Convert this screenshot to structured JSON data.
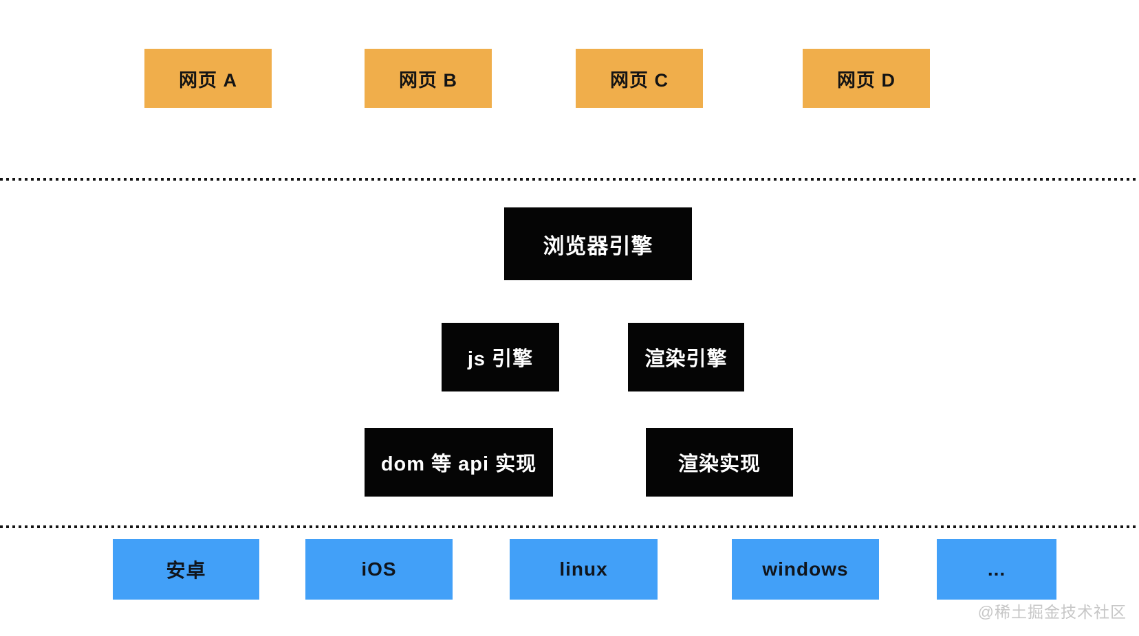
{
  "webpages": {
    "items": [
      {
        "label": "网页 A"
      },
      {
        "label": "网页 B"
      },
      {
        "label": "网页 C"
      },
      {
        "label": "网页 D"
      }
    ]
  },
  "browser_engine": {
    "label": "浏览器引擎"
  },
  "engines": {
    "items": [
      {
        "label": "js 引擎"
      },
      {
        "label": "渲染引擎"
      }
    ]
  },
  "implementations": {
    "items": [
      {
        "label": "dom 等 api 实现"
      },
      {
        "label": "渲染实现"
      }
    ]
  },
  "platforms": {
    "items": [
      {
        "label": "安卓"
      },
      {
        "label": "iOS"
      },
      {
        "label": "linux"
      },
      {
        "label": "windows"
      },
      {
        "label": "..."
      }
    ]
  },
  "watermark": {
    "label": "@稀土掘金技术社区"
  },
  "colors": {
    "webpage_box": "#f0ae4b",
    "engine_box": "#050505",
    "platform_box": "#42a0f8",
    "text_on_dark": "#ffffff",
    "text_on_light": "#141414",
    "separator": "#141414",
    "watermark": "#c7c7c7",
    "background": "#ffffff"
  }
}
